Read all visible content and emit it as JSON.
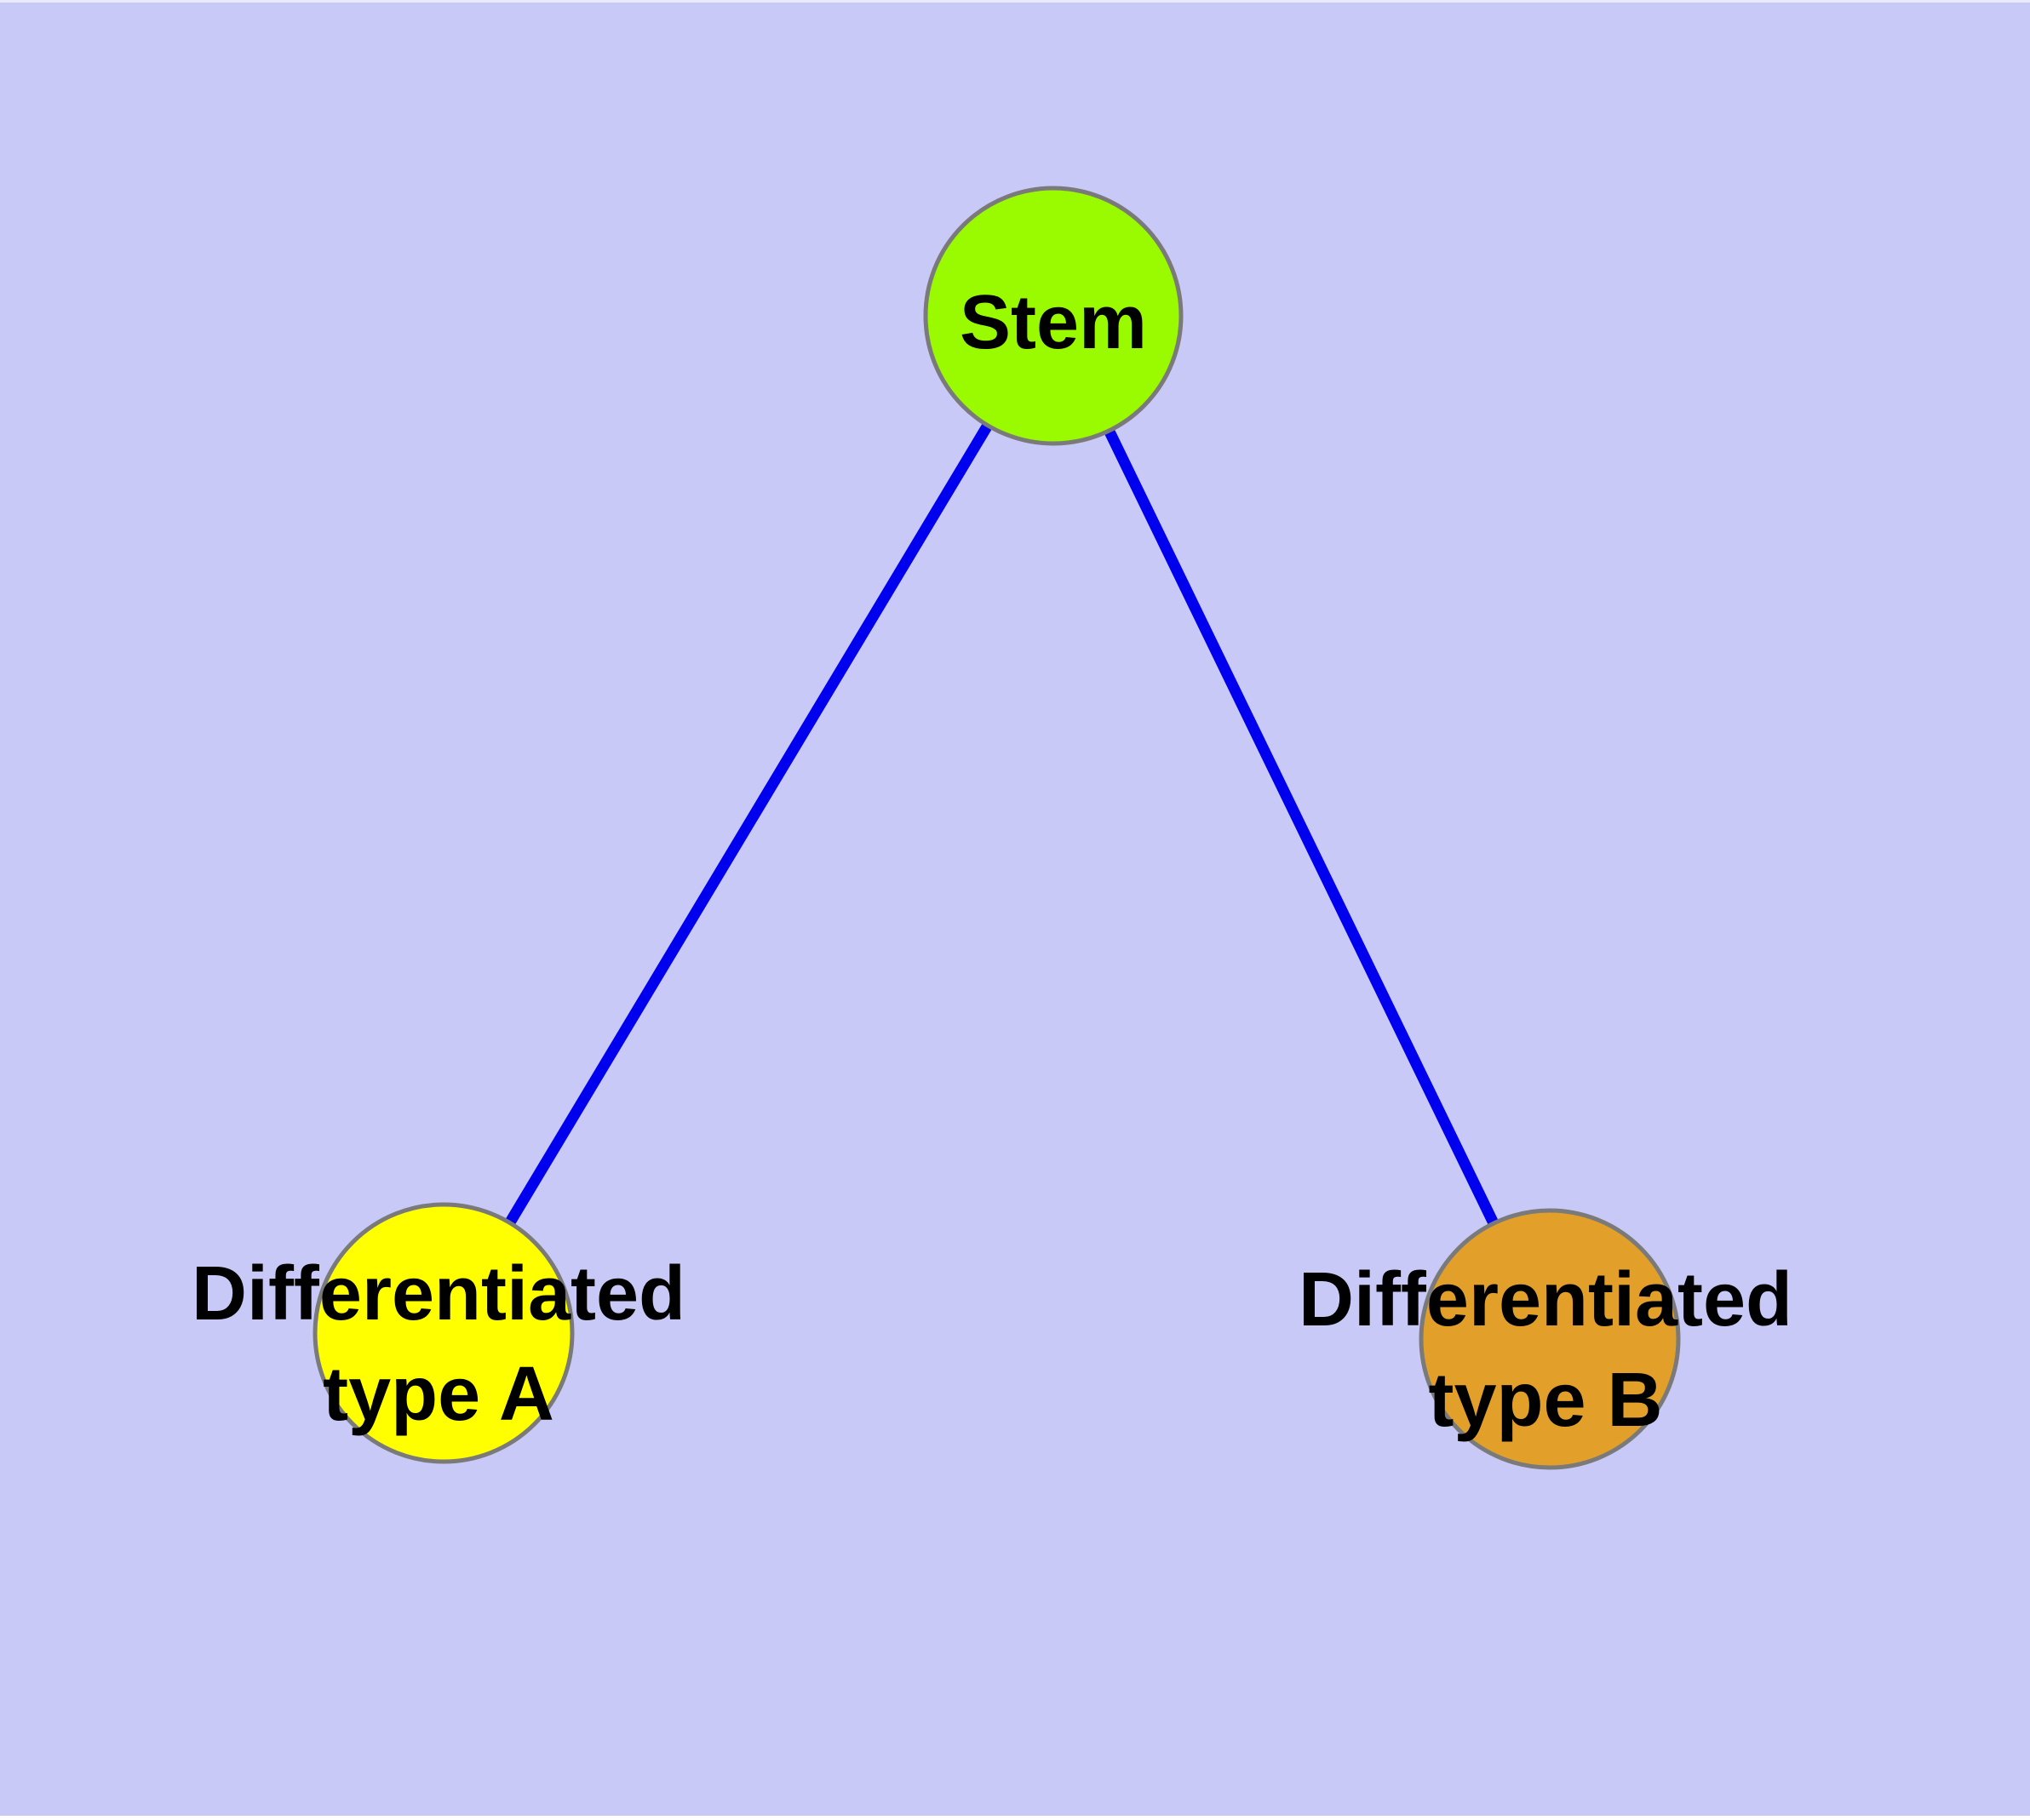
{
  "diagram": {
    "background_color": "#C9C9F8",
    "top_edge_strip_color": "#EAEAFB",
    "bottom_edge_strip_color": "#FFFFFF",
    "edge_color": "#0000EE",
    "node_border_color": "#7A7A7A",
    "label_color": "#000000",
    "nodes": [
      {
        "id": "stem",
        "label": "Stem",
        "line1": "Stem",
        "fill": "#9AFA00"
      },
      {
        "id": "differentiated-type-a",
        "label": "Differentiated type A",
        "line1": "Differentiated",
        "line2": "type A",
        "fill": "#FFFF00"
      },
      {
        "id": "differentiated-type-b",
        "label": "Differentiated type B",
        "line1": "Differentiated",
        "line2": "type B",
        "fill": "#E2A02B"
      }
    ],
    "edges": [
      {
        "from": "Stem",
        "to": "Differentiated type A"
      },
      {
        "from": "Stem",
        "to": "Differentiated type B"
      }
    ]
  }
}
